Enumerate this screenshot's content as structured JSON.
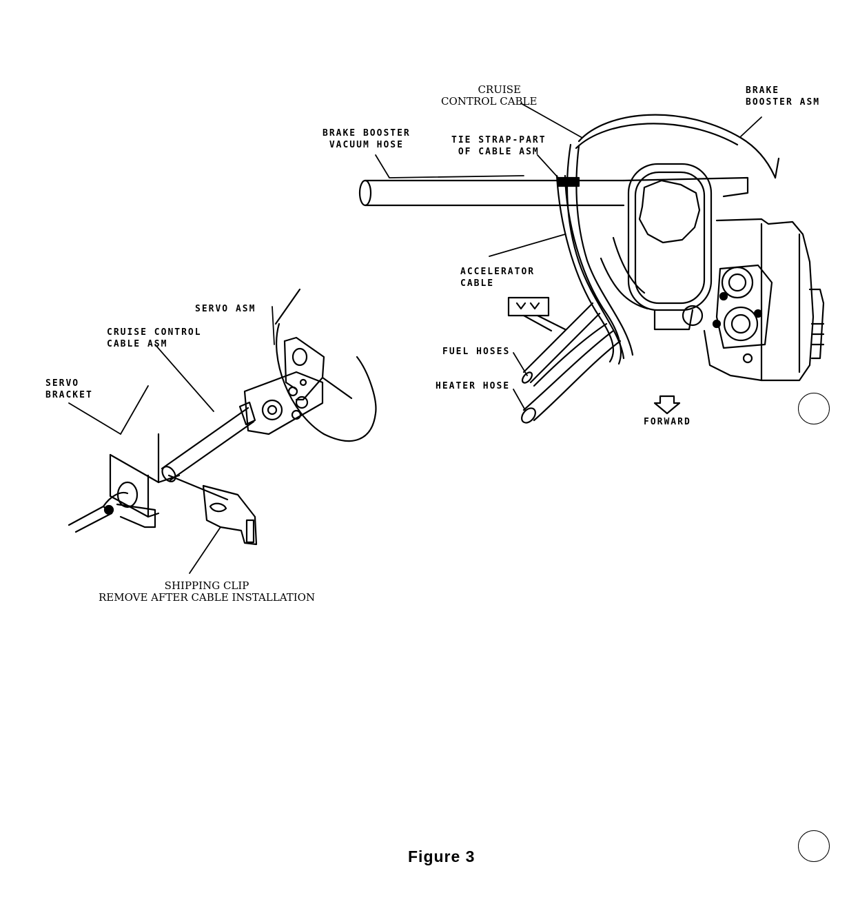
{
  "labels": {
    "cruise_control_cable": [
      "CRUISE",
      "CONTROL CABLE"
    ],
    "brake_booster_asm": [
      "BRAKE",
      "BOOSTER ASM"
    ],
    "brake_booster_vacuum_hose": [
      "BRAKE BOOSTER",
      "VACUUM HOSE"
    ],
    "tie_strap": [
      "TIE STRAP-PART",
      "OF CABLE ASM"
    ],
    "accelerator_cable": [
      "ACCELERATOR",
      "CABLE"
    ],
    "fuel_hoses": "FUEL HOSES",
    "heater_hose": "HEATER HOSE",
    "forward": "FORWARD",
    "servo_asm": "SERVO ASM",
    "cruise_control_cable_asm": [
      "CRUISE CONTROL",
      "CABLE ASM"
    ],
    "servo_bracket": [
      "SERVO",
      "BRACKET"
    ],
    "shipping_clip": [
      "SHIPPING CLIP",
      "REMOVE AFTER CABLE INSTALLATION"
    ]
  },
  "caption": "Figure 3"
}
